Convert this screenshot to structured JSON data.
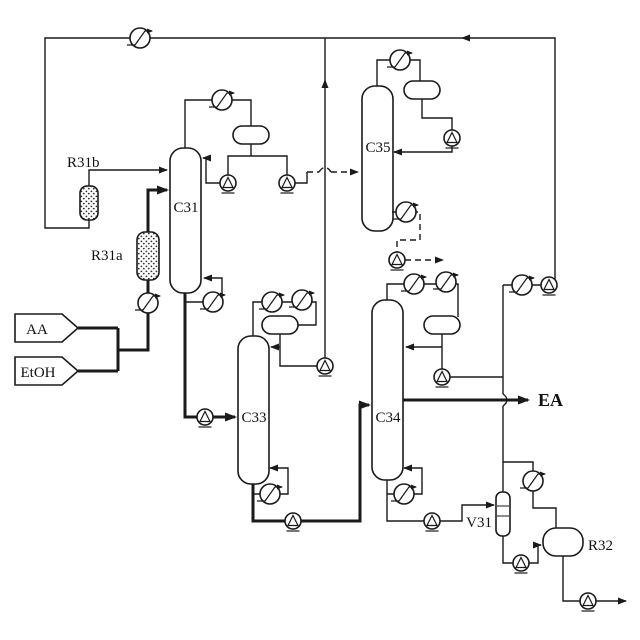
{
  "colors": {
    "background": "#ffffff",
    "line": "#1a1a1a"
  },
  "labels": {
    "r31b": "R31b",
    "r31a": "R31a",
    "aa": "AA",
    "etoh": "EtOH",
    "c31": "C31",
    "c33": "C33",
    "c34": "C34",
    "c35": "C35",
    "ea": "EA",
    "v31": "V31",
    "r32": "R32"
  }
}
